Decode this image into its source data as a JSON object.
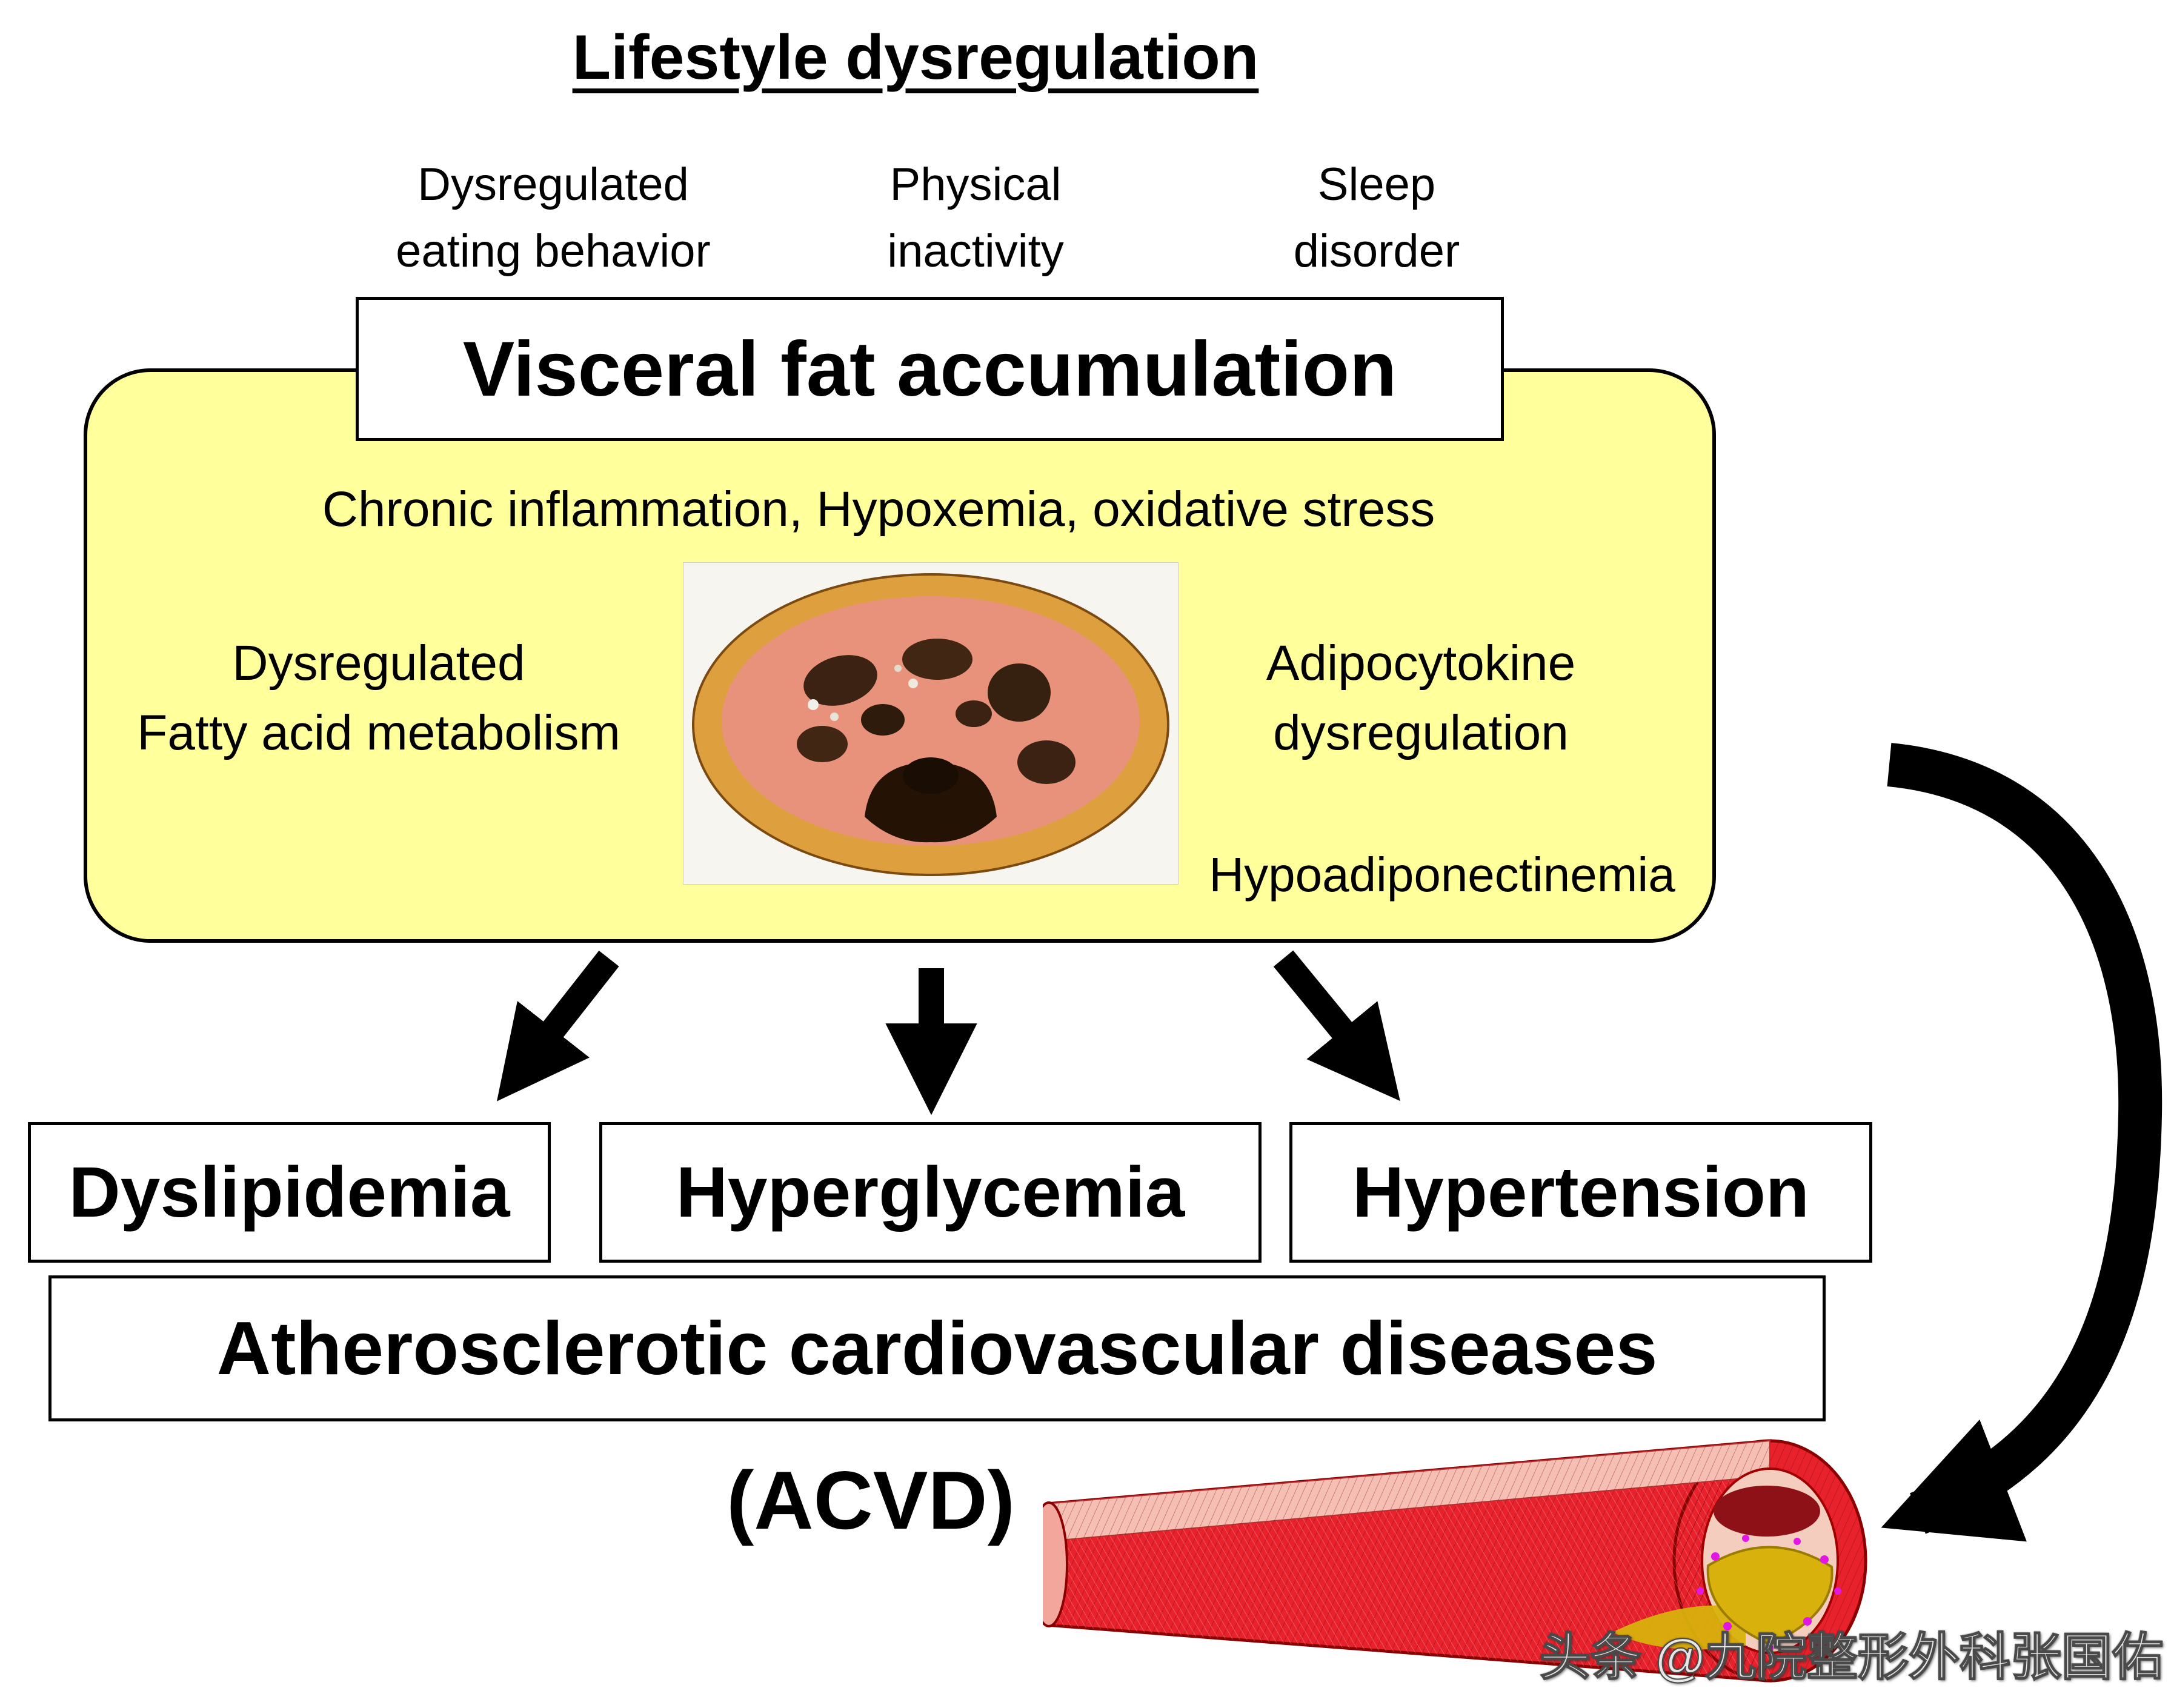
{
  "title": "Lifestyle dysregulation",
  "lifestyle_factors": [
    {
      "lines": [
        "Dysregulated",
        "eating behavior"
      ]
    },
    {
      "lines": [
        "Physical",
        "inactivity"
      ]
    },
    {
      "lines": [
        "Sleep",
        "disorder"
      ]
    }
  ],
  "visceral_panel": {
    "heading": "Visceral fat accumulation",
    "subheading": "Chronic inflammation, Hypoxemia, oxidative stress",
    "left_label_lines": [
      "Dysregulated",
      "Fatty acid metabolism"
    ],
    "right_label_lines": [
      "Adipocytokine",
      "dysregulation"
    ],
    "bottom_label": "Hypoadiponectinemia",
    "image": "abdominal-ct-cross-section"
  },
  "outcomes": [
    {
      "label": "Dyslipidemia"
    },
    {
      "label": "Hyperglycemia"
    },
    {
      "label": "Hypertension"
    }
  ],
  "acvd": {
    "label": "Atherosclerotic cardiovascular diseases",
    "abbreviation": "(ACVD)",
    "image": "atherosclerotic-artery-illustration"
  },
  "watermark": "头条 @九院整形外科张国佑",
  "colors": {
    "panel_yellow": "#FFFF9C",
    "box_border": "#000000",
    "arrow_black": "#000000",
    "artery_red": "#E8222C",
    "plaque_yellow": "#D8B10C",
    "ct_fat_ring_tan": "#DE9F3F",
    "ct_tissue_pink": "#E8927C"
  }
}
